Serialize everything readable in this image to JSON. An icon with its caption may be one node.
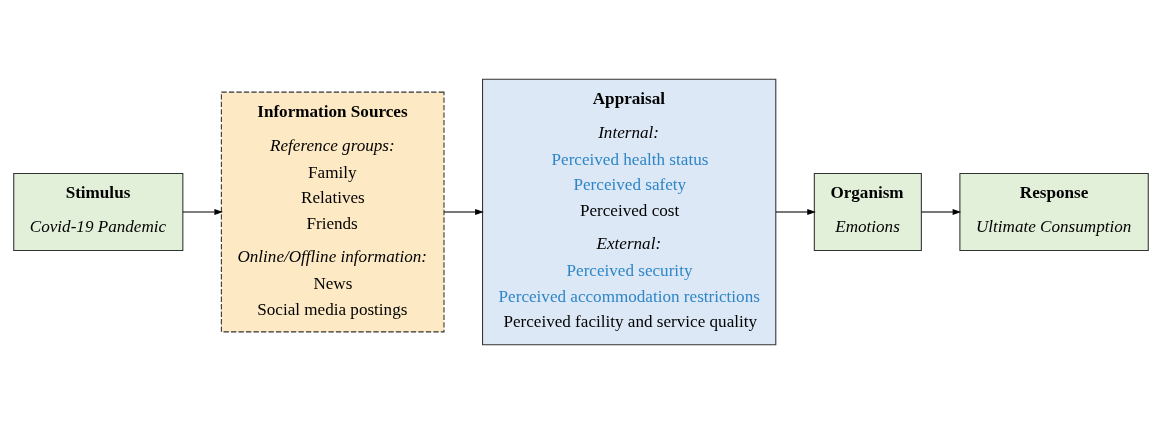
{
  "diagram": {
    "nodes": [
      {
        "text": [
          "Stimulus",
          "Covid-19 Pandemic"
        ]
      },
      {
        "text": [
          "Information Sources",
          "Reference groups:",
          "Family",
          "Relatives",
          "Friends",
          "Online/Offline information:",
          "News",
          "Social media postings"
        ]
      },
      {
        "text": [
          "Appraisal",
          "Internal:",
          "Perceived health status",
          "Perceived safety",
          "Perceived cost",
          "External:",
          "Perceived security",
          "Perceived accommodation restrictions",
          "Perceived facility and service quality"
        ]
      },
      {
        "text": [
          "Organism",
          "Emotions"
        ]
      },
      {
        "text": [
          "Response",
          "Ultimate Consumption"
        ]
      }
    ],
    "edges": [
      {
        "from": 0,
        "to": 1,
        "arrow": "to"
      },
      {
        "from": 1,
        "to": 2,
        "arrow": "to"
      },
      {
        "from": 2,
        "to": 3,
        "arrow": "to"
      },
      {
        "from": 3,
        "to": 4,
        "arrow": "to"
      }
    ]
  }
}
